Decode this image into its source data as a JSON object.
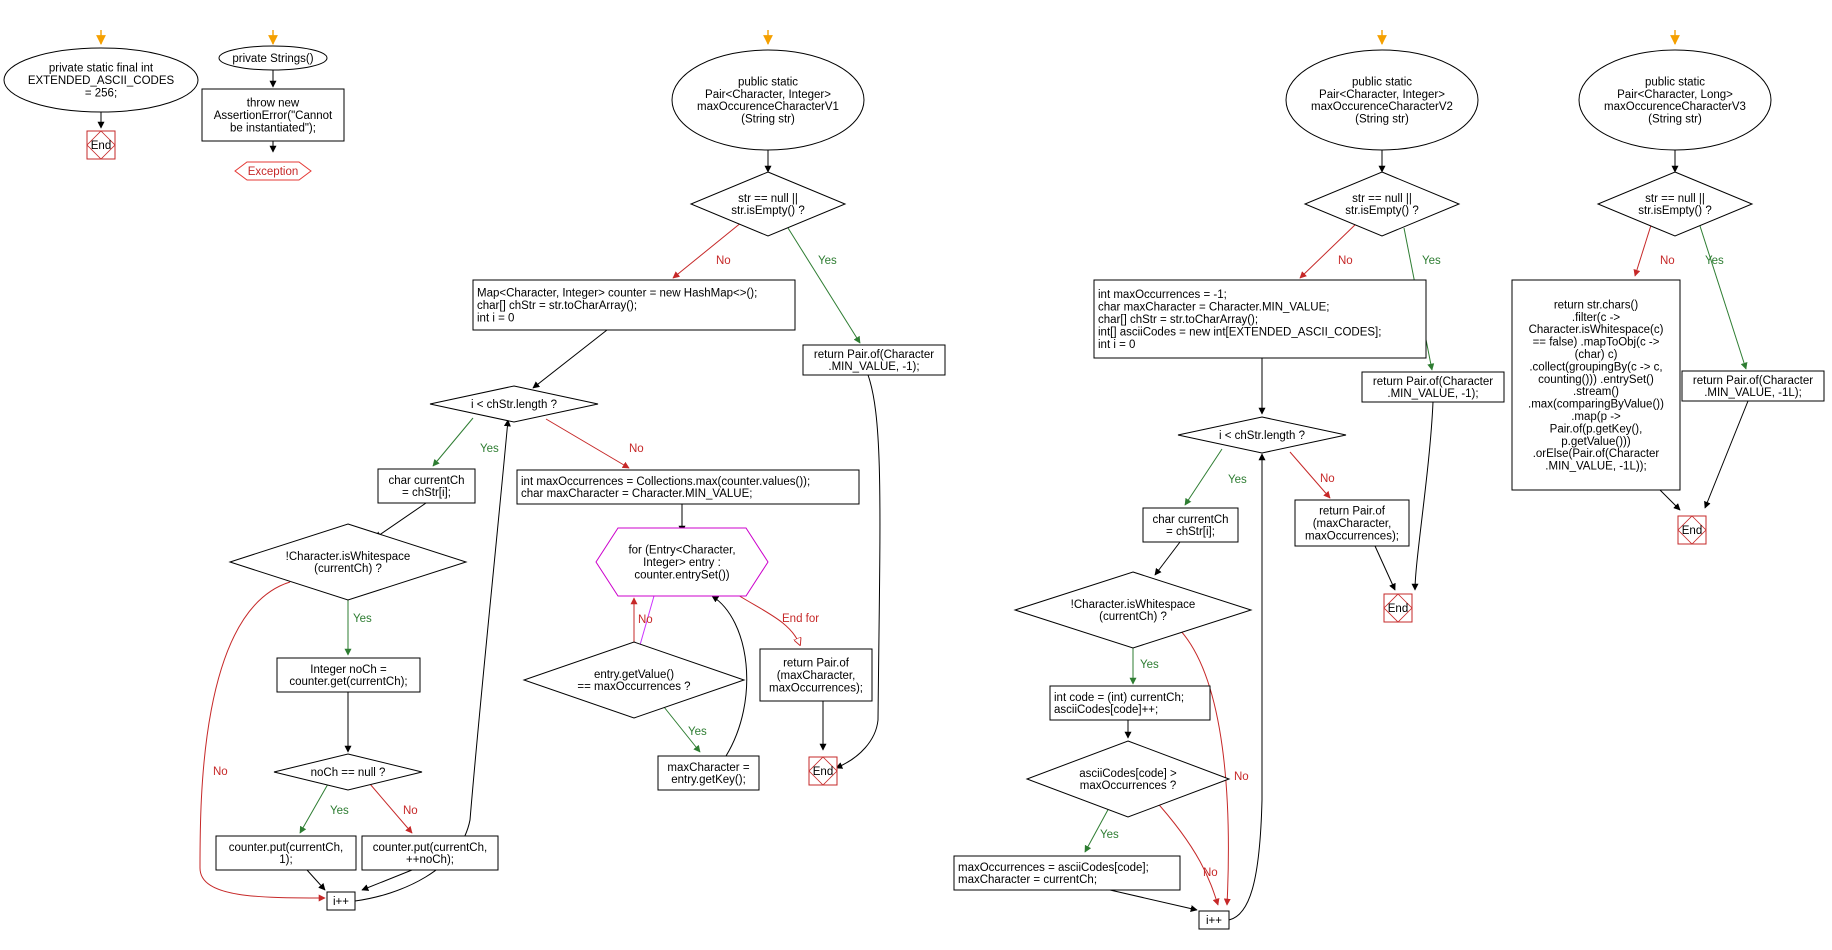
{
  "colors": {
    "yes": "#2e7d32",
    "no": "#c62828",
    "start_marker": "#f5a000",
    "exception": "#e53935",
    "loop_box": "#cc00cc",
    "loop_arrow": "#cc33ff",
    "end_box": "#c62828",
    "line": "#000000"
  },
  "labels": {
    "yes": "Yes",
    "no": "No",
    "end_for": "End for",
    "end": "End",
    "exception": "Exception"
  },
  "flow_const": {
    "start": [
      "private static final int",
      "EXTENDED_ASCII_CODES",
      "= 256;"
    ]
  },
  "flow_ctor": {
    "start": [
      "private Strings()"
    ],
    "throw": [
      "throw new",
      "AssertionError(\"Cannot",
      "be instantiated\");"
    ]
  },
  "flow_v1": {
    "start": [
      "public static",
      "Pair<Character, Integer>",
      "maxOccurenceCharacterV1",
      "(String str)"
    ],
    "null_check": [
      "str == null ||",
      "str.isEmpty() ?"
    ],
    "init": [
      "Map<Character, Integer> counter = new HashMap<>();",
      "char[] chStr = str.toCharArray();",
      "int i = 0"
    ],
    "return_empty": [
      "return Pair.of(Character",
      ".MIN_VALUE, -1);"
    ],
    "loop_cond": [
      "i < chStr.length ?"
    ],
    "char_current": [
      "char currentCh",
      "= chStr[i];"
    ],
    "whitespace_check": [
      "!Character.isWhitespace",
      "(currentCh) ?"
    ],
    "get_count": [
      "Integer noCh =",
      "counter.get(currentCh);"
    ],
    "null_count": [
      "noCh == null ?"
    ],
    "put_one": [
      "counter.put(currentCh,",
      "1);"
    ],
    "put_inc": [
      "counter.put(currentCh,",
      "++noCh);"
    ],
    "increment": [
      "i++"
    ],
    "max_init": [
      "int maxOccurrences = Collections.max(counter.values());",
      "char maxCharacter = Character.MIN_VALUE;"
    ],
    "for_each": [
      "for (Entry<Character,",
      "Integer> entry :",
      "counter.entrySet())"
    ],
    "value_check": [
      "entry.getValue()",
      "== maxOccurrences ?"
    ],
    "set_max": [
      "maxCharacter =",
      "entry.getKey();"
    ],
    "return_result": [
      "return Pair.of",
      "(maxCharacter,",
      "maxOccurrences);"
    ]
  },
  "flow_v2": {
    "start": [
      "public static",
      "Pair<Character, Integer>",
      "maxOccurenceCharacterV2",
      "(String str)"
    ],
    "null_check": [
      "str == null ||",
      "str.isEmpty() ?"
    ],
    "init": [
      "int maxOccurrences = -1;",
      "char maxCharacter = Character.MIN_VALUE;",
      "char[] chStr = str.toCharArray();",
      "int[] asciiCodes = new int[EXTENDED_ASCII_CODES];",
      "int i = 0"
    ],
    "return_empty": [
      "return Pair.of(Character",
      ".MIN_VALUE, -1);"
    ],
    "loop_cond": [
      "i < chStr.length ?"
    ],
    "return_result": [
      "return Pair.of",
      "(maxCharacter,",
      "maxOccurrences);"
    ],
    "char_current": [
      "char currentCh",
      "= chStr[i];"
    ],
    "whitespace_check": [
      "!Character.isWhitespace",
      "(currentCh) ?"
    ],
    "code_inc": [
      "int code = (int) currentCh;",
      "asciiCodes[code]++;"
    ],
    "code_check": [
      "asciiCodes[code] >",
      "maxOccurrences ?"
    ],
    "set_max": [
      "maxOccurrences = asciiCodes[code];",
      "maxCharacter = currentCh;"
    ],
    "increment": [
      "i++"
    ]
  },
  "flow_v3": {
    "start": [
      "public static",
      "Pair<Character, Long>",
      "maxOccurenceCharacterV3",
      "(String str)"
    ],
    "null_check": [
      "str == null ||",
      "str.isEmpty() ?"
    ],
    "stream": [
      "return str.chars()",
      ".filter(c ->",
      "Character.isWhitespace(c)",
      "== false) .mapToObj(c ->",
      "(char) c)",
      ".collect(groupingBy(c -> c,",
      "counting())) .entrySet()",
      ".stream()",
      ".max(comparingByValue())",
      ".map(p ->",
      "Pair.of(p.getKey(),",
      "p.getValue()))",
      ".orElse(Pair.of(Character",
      ".MIN_VALUE, -1L));"
    ],
    "return_empty": [
      "return Pair.of(Character",
      ".MIN_VALUE, -1L);"
    ]
  }
}
